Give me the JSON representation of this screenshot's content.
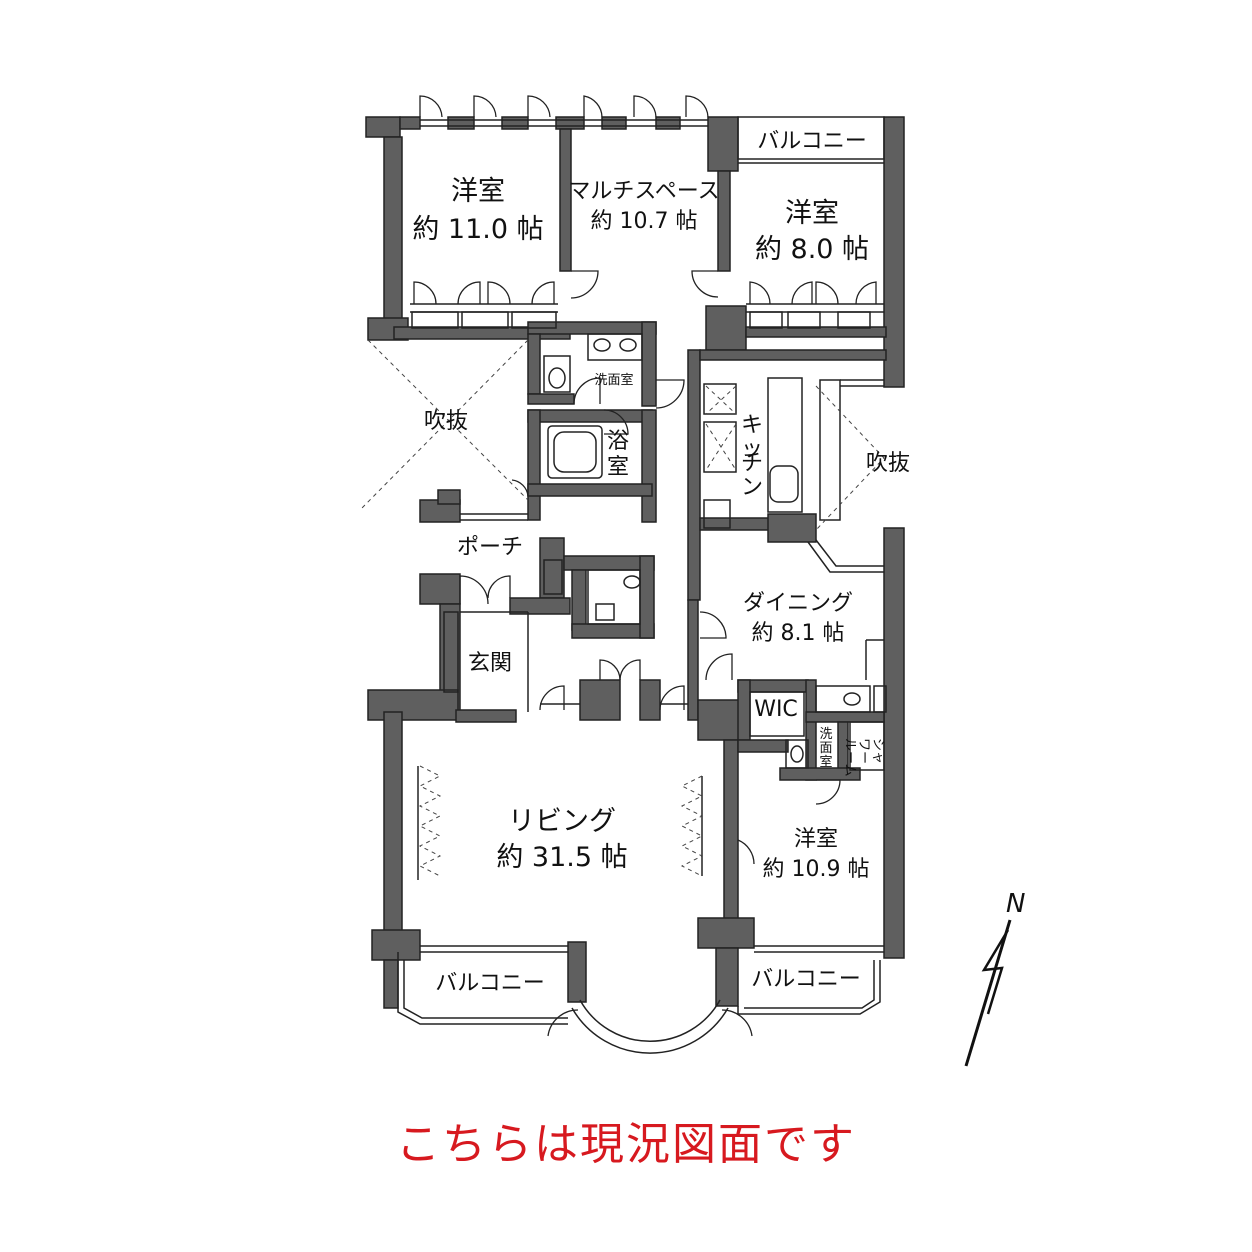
{
  "colors": {
    "wall": "#5f5f5f",
    "line": "#222222",
    "caption": "#d7191f"
  },
  "rooms": {
    "western_nw": {
      "name": "洋室",
      "area": "約 11.0 帖"
    },
    "multi_space": {
      "name": "マルチスペース",
      "area": "約 10.7 帖"
    },
    "western_ne": {
      "name": "洋室",
      "area": "約 8.0 帖"
    },
    "balcony_n": "バルコニー",
    "washroom_1": "洗面室",
    "bath_1": "浴",
    "bath_2": "室",
    "void_w": "吹抜",
    "void_e": "吹抜",
    "kitchen": [
      "キ",
      "ッ",
      "チ",
      "ン"
    ],
    "porch": "ポーチ",
    "entrance": "玄関",
    "dining": {
      "name": "ダイニング",
      "area": "約 8.1 帖"
    },
    "wic": "WIC",
    "washroom_2": [
      "洗",
      "面",
      "室"
    ],
    "shower": [
      "シャ",
      "ワー",
      "ルーム"
    ],
    "living": {
      "name": "リビング",
      "area": "約 31.5 帖"
    },
    "western_se": {
      "name": "洋室",
      "area": "約 10.9 帖"
    },
    "balcony_sw": "バルコニー",
    "balcony_se": "バルコニー"
  },
  "compass": {
    "label": "N"
  },
  "caption": "こちらは現況図面です"
}
